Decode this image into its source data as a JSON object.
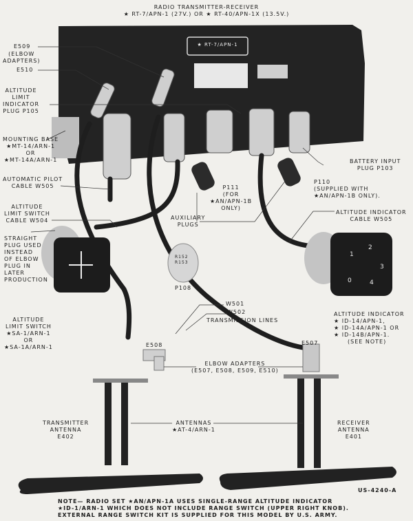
{
  "title": {
    "line1": "RADIO TRANSMITTER-RECEIVER",
    "line2": "★ RT-7/APN-1 (27V.)  OR  ★ RT-40/APN-1X (13.5V.)"
  },
  "nameplate": "★ RT-7/APN-1",
  "labels": {
    "e509": "E509",
    "elbow_adapters_paren": [
      "(ELBOW",
      "ADAPTERS)"
    ],
    "e510": "E510",
    "alt_limit_plug": [
      "ALTITUDE",
      "LIMIT",
      "INDICATOR",
      "PLUG P105"
    ],
    "mounting_base": [
      "MOUNTING BASE",
      "★MT-14/ARN-1",
      "OR",
      "★MT-14A/ARN-1"
    ],
    "auto_pilot_cable": [
      "AUTOMATIC PILOT",
      "CABLE W505"
    ],
    "alt_limit_switch_cable": [
      "ALTITUDE",
      "LIMIT SWITCH",
      "CABLE W504"
    ],
    "straight_plug": [
      "STRAIGHT",
      "PLUG USED",
      "INSTEAD",
      "OF ELBOW",
      "PLUG IN",
      "LATER",
      "PRODUCTION"
    ],
    "alt_limit_switch": [
      "ALTITUDE",
      "LIMIT SWITCH",
      "★SA-1/ARN-1",
      "OR",
      "★SA-1A/ARN-1"
    ],
    "battery_plug": [
      "BATTERY INPUT",
      "PLUG P103"
    ],
    "p111": [
      "P111",
      "(FOR",
      "★AN/APN-1B",
      "ONLY)"
    ],
    "p110": [
      "P110",
      "(SUPPLIED WITH",
      "★AN/APN-1B ONLY)."
    ],
    "aux_plugs": [
      "AUXILIARY",
      "PLUGS"
    ],
    "alt_indicator_cable": [
      "ALTITUDE INDICATOR",
      "CABLE W505"
    ],
    "p108": "P108",
    "p108_marking": [
      "R152",
      "R153"
    ],
    "w501": "W501",
    "w502": "W502",
    "transmission_lines": "TRANSMISSION LINES",
    "alt_indicator": [
      "ALTITUDE INDICATOR",
      "★ ID-14/APN-1,",
      "★ ID-14A/APN-1  OR",
      "★ ID-14B/APN-1.",
      "(SEE NOTE)"
    ],
    "e508": "E508",
    "e507": "E507",
    "elbow_adapters": [
      "ELBOW ADAPTERS",
      "(E507, E508, E509, E510)"
    ],
    "tx_antenna": [
      "TRANSMITTER",
      "ANTENNA",
      "E402"
    ],
    "antennas": [
      "ANTENNAS",
      "★AT-4/ARN-1"
    ],
    "rx_antenna": [
      "RECEIVER",
      "ANTENNA",
      "E401"
    ],
    "figure_id": "US-4240-A"
  },
  "indicator_dial": [
    "0",
    "1",
    "2",
    "3",
    "4"
  ],
  "note": [
    "NOTE— RADIO SET  ★AN/APN-1A USES SINGLE-RANGE ALTITUDE INDICATOR",
    "★ID-1/ARN-1 WHICH DOES NOT INCLUDE RANGE SWITCH (UPPER RIGHT KNOB).",
    "EXTERNAL RANGE SWITCH KIT IS SUPPLIED FOR THIS MODEL BY U.S. ARMY."
  ]
}
